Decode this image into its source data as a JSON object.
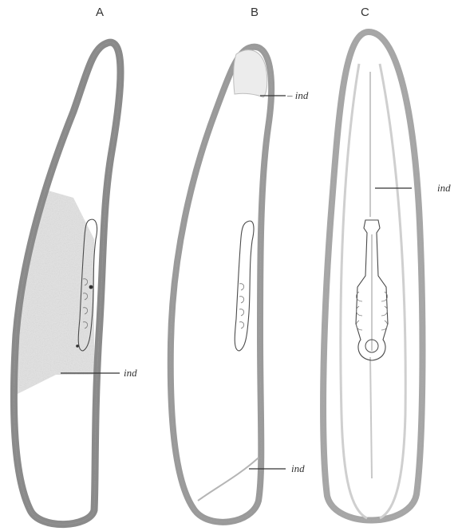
{
  "panels": [
    {
      "letter": "A",
      "annotations": [
        "ind"
      ]
    },
    {
      "letter": "B",
      "annotations": [
        "– ind",
        "ind"
      ]
    },
    {
      "letter": "C",
      "annotations": [
        "ind"
      ]
    }
  ],
  "colors": {
    "wall": "#8a8a8a",
    "wall_light": "#bdbdbd",
    "shading": "#e2e2e2",
    "ink": "#4a4a4a"
  }
}
